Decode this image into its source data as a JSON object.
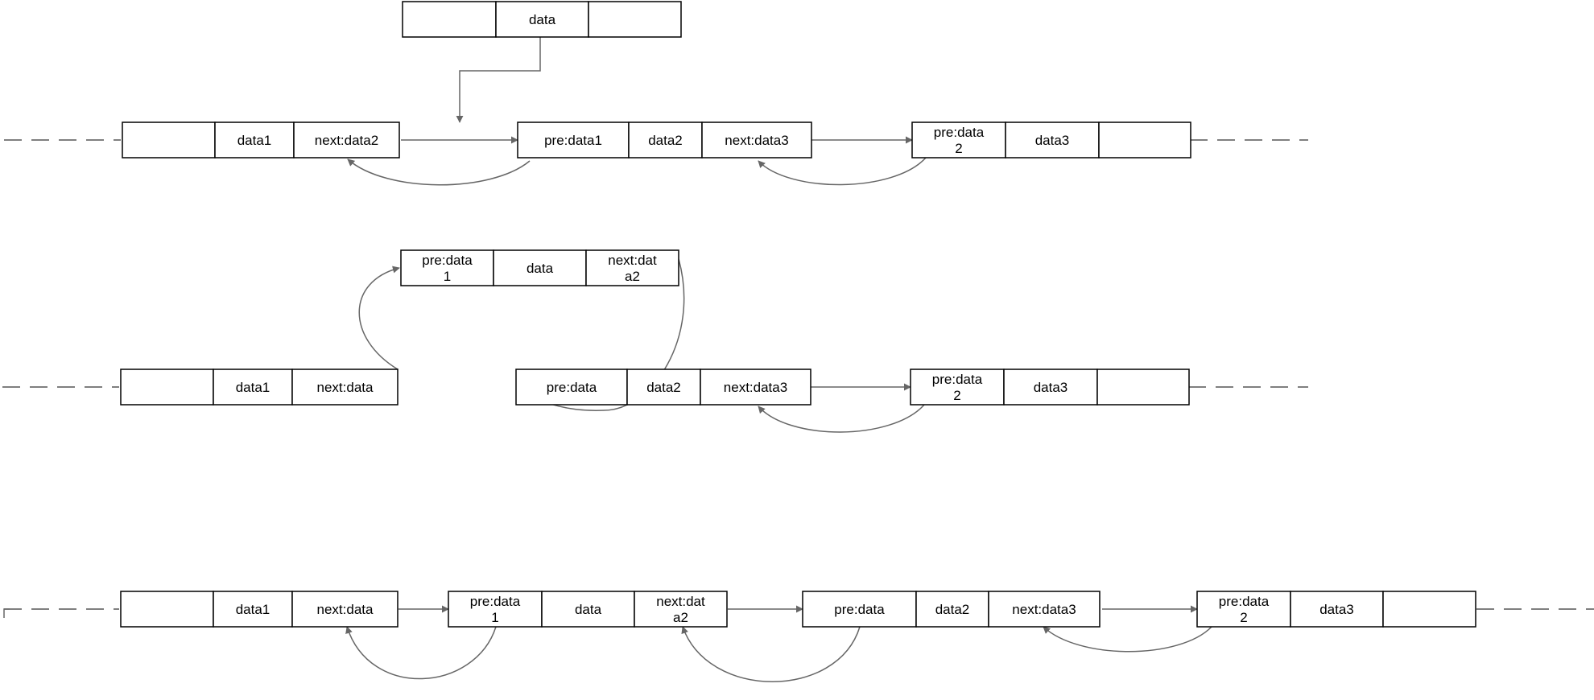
{
  "arrow_color": "#666666",
  "nodes": {
    "s1_new": {
      "cells": [
        "",
        "data",
        ""
      ]
    },
    "s1_n1": {
      "cells": [
        "",
        "data1",
        "next:data2"
      ]
    },
    "s1_n2": {
      "cells": [
        "pre:data1",
        "data2",
        "next:data3"
      ]
    },
    "s1_n3": {
      "cells": [
        "pre:data\n2",
        "data3",
        ""
      ]
    },
    "s2_new": {
      "cells": [
        "pre:data\n1",
        "data",
        "next:dat\na2"
      ]
    },
    "s2_n1": {
      "cells": [
        "",
        "data1",
        "next:data"
      ]
    },
    "s2_n2": {
      "cells": [
        "pre:data",
        "data2",
        "next:data3"
      ]
    },
    "s2_n3": {
      "cells": [
        "pre:data\n2",
        "data3",
        ""
      ]
    },
    "s3_n1": {
      "cells": [
        "",
        "data1",
        "next:data"
      ]
    },
    "s3_new": {
      "cells": [
        "pre:data\n1",
        "data",
        "next:dat\na2"
      ]
    },
    "s3_n2": {
      "cells": [
        "pre:data",
        "data2",
        "next:data3"
      ]
    },
    "s3_n3": {
      "cells": [
        "pre:data\n2",
        "data3",
        ""
      ]
    }
  }
}
